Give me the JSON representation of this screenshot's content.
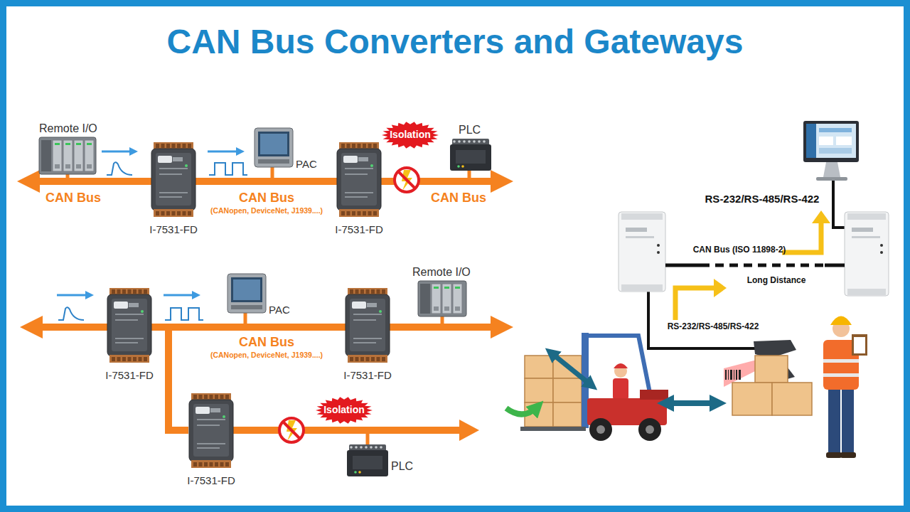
{
  "diagram": {
    "title": "CAN Bus Converters and Gateways",
    "nodes": [
      {
        "text": [
          "Remote I/O"
        ]
      },
      {
        "text": [
          "I-7531-FD"
        ]
      },
      {
        "text": [
          "PAC"
        ]
      },
      {
        "text": [
          "I-7531-FD"
        ]
      },
      {
        "text": [
          "Isolation"
        ]
      },
      {
        "text": [
          "PLC"
        ]
      },
      {
        "text": [
          "I-7531-FD"
        ]
      },
      {
        "text": [
          "PAC"
        ]
      },
      {
        "text": [
          "I-7531-FD"
        ]
      },
      {
        "text": [
          "Remote I/O"
        ]
      },
      {
        "text": [
          "I-7531-FD"
        ]
      },
      {
        "text": [
          "Isolation"
        ]
      },
      {
        "text": [
          "PLC"
        ]
      }
    ],
    "edges": [
      {
        "from": 1,
        "to": 3,
        "arrow": "none",
        "label": "CAN Bus"
      },
      {
        "from": 6,
        "to": 8,
        "arrow": "none",
        "label": "CAN Bus"
      },
      {
        "from": 6,
        "to": 10,
        "arrow": "none"
      }
    ],
    "labels": [
      "CAN Bus",
      "(CANopen, DeviceNet, J1939....)",
      "CAN Bus",
      "(CANopen, DeviceNet, J1939....)",
      "RS-232/RS-485/RS-422",
      "CAN Bus (ISO 11898-2)",
      "Long Distance",
      "RS-232/RS-485/RS-422"
    ]
  }
}
